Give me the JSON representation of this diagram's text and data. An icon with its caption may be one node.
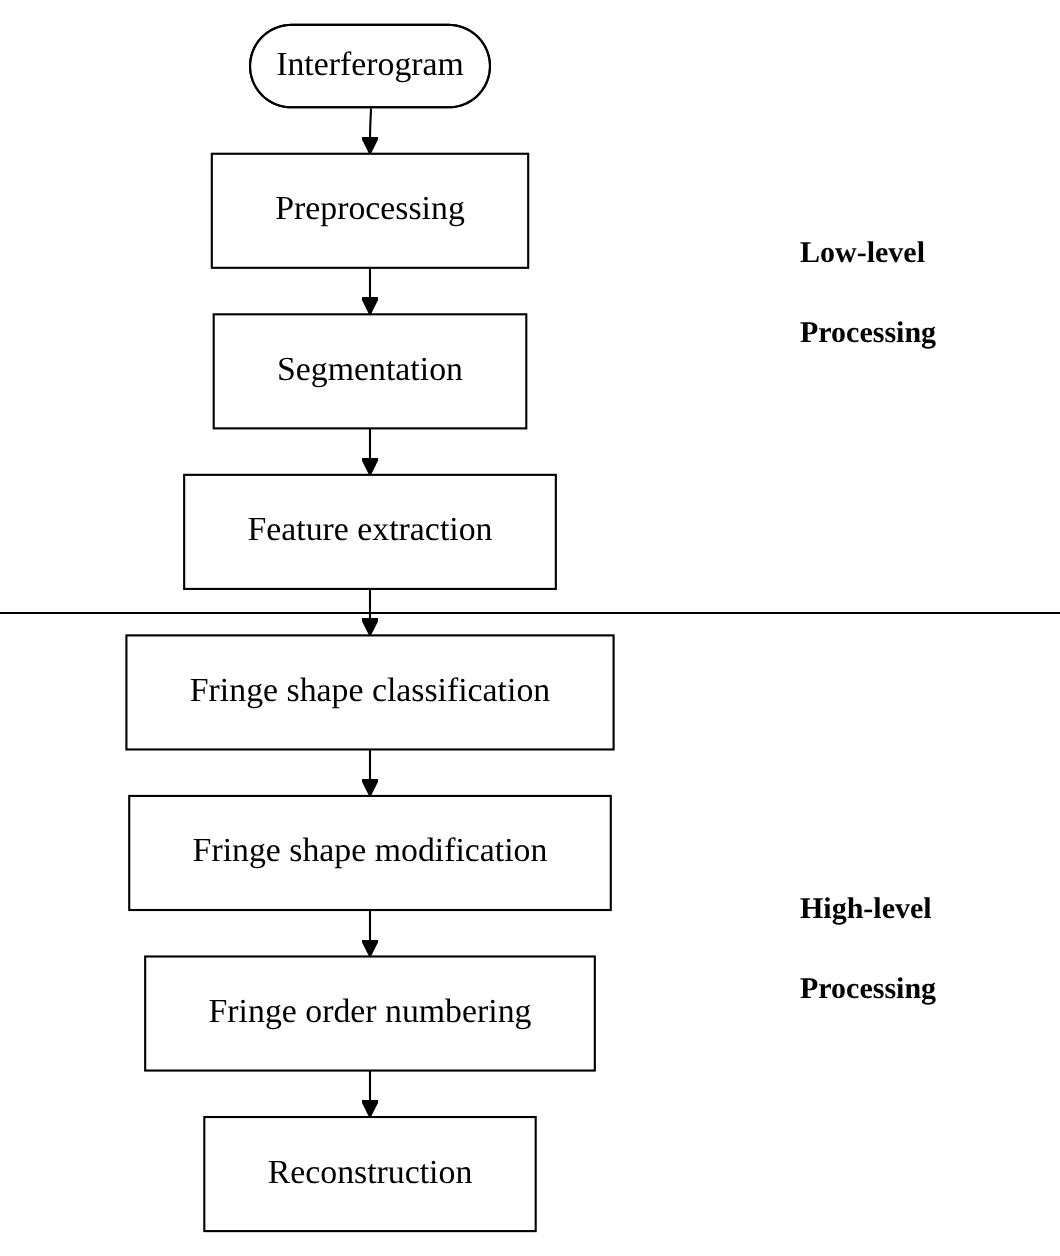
{
  "diagram": {
    "nodes": [
      {
        "text": [
          "Interferogram"
        ]
      },
      {
        "text": [
          "Preprocessing"
        ]
      },
      {
        "text": [
          "Segmentation"
        ]
      },
      {
        "text": [
          "Feature extraction"
        ]
      },
      {
        "text": [
          "Fringe shape classification"
        ]
      },
      {
        "text": [
          "Fringe shape modification"
        ]
      },
      {
        "text": [
          "Fringe order numbering"
        ]
      },
      {
        "text": [
          "Reconstruction"
        ]
      }
    ],
    "edges": [
      {
        "from": 0,
        "to": 1,
        "arrow": "to"
      },
      {
        "from": 1,
        "to": 2,
        "arrow": "to"
      },
      {
        "from": 2,
        "to": 3,
        "arrow": "to"
      },
      {
        "from": 3,
        "to": 4,
        "arrow": "to"
      },
      {
        "from": 4,
        "to": 5,
        "arrow": "to"
      },
      {
        "from": 5,
        "to": 6,
        "arrow": "to"
      },
      {
        "from": 6,
        "to": 7,
        "arrow": "to"
      }
    ],
    "labels": [
      "Low-level Processing",
      "High-level Processing"
    ]
  }
}
